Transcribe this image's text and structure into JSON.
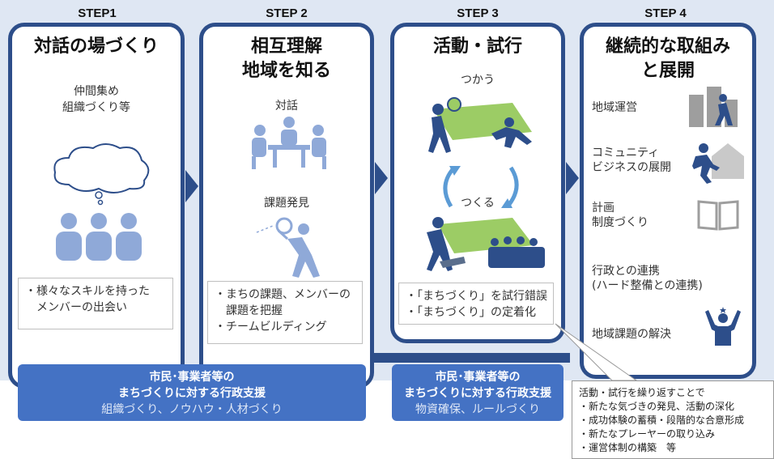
{
  "steps": [
    {
      "label": "STEP1",
      "title": "対話の場づくり",
      "sub": [
        "仲間集め",
        "組織づくり等"
      ],
      "note": [
        "・様々なスキルを持った",
        "　メンバーの出会い"
      ]
    },
    {
      "label": "STEP 2",
      "title": [
        "相互理解",
        "地域を知る"
      ],
      "sub1": "対話",
      "sub2": "課題発見",
      "note": [
        "・まちの課題、メンバーの",
        "　課題を把握",
        "・チームビルディング"
      ]
    },
    {
      "label": "STEP 3",
      "title": "活動・試行",
      "sub1": "つかう",
      "sub2": "つくる",
      "note": [
        "・「まちづくり」を試行錯誤",
        "・「まちづくり」の定着化"
      ]
    },
    {
      "label": "STEP 4",
      "title": [
        "継続的な取組み",
        "と展開"
      ],
      "items": [
        [
          "地域運営"
        ],
        [
          "コミュニティ",
          "ビジネスの展開"
        ],
        [
          "計画",
          "制度づくり"
        ],
        [
          "行政との連携",
          "(ハード整備との連携)"
        ],
        [
          "地域課題の解決"
        ]
      ]
    }
  ],
  "banner1": {
    "line1": "市民･事業者等の",
    "line2": "まちづくりに対する行政支援",
    "line3": "組織づくり、ノウハウ・人材づくり"
  },
  "banner2": {
    "line1": "市民･事業者等の",
    "line2": "まちづくりに対する行政支援",
    "line3": "物資確保、ルールづくり"
  },
  "callout": [
    "活動・試行を繰り返すことで",
    "・新たな気づきの発見、活動の深化",
    "・成功体験の蓄積・段階的な合意形成",
    "・新たなプレーヤーの取り込み",
    "・運営体制の構築　等"
  ],
  "colors": {
    "frame": "#2d4e8a",
    "icon": "#8fa9d8",
    "icon_dark": "#2d4e8a",
    "banner": "#4472c4",
    "green": "#9ccc65",
    "gray_icon": "#9e9e9e"
  }
}
